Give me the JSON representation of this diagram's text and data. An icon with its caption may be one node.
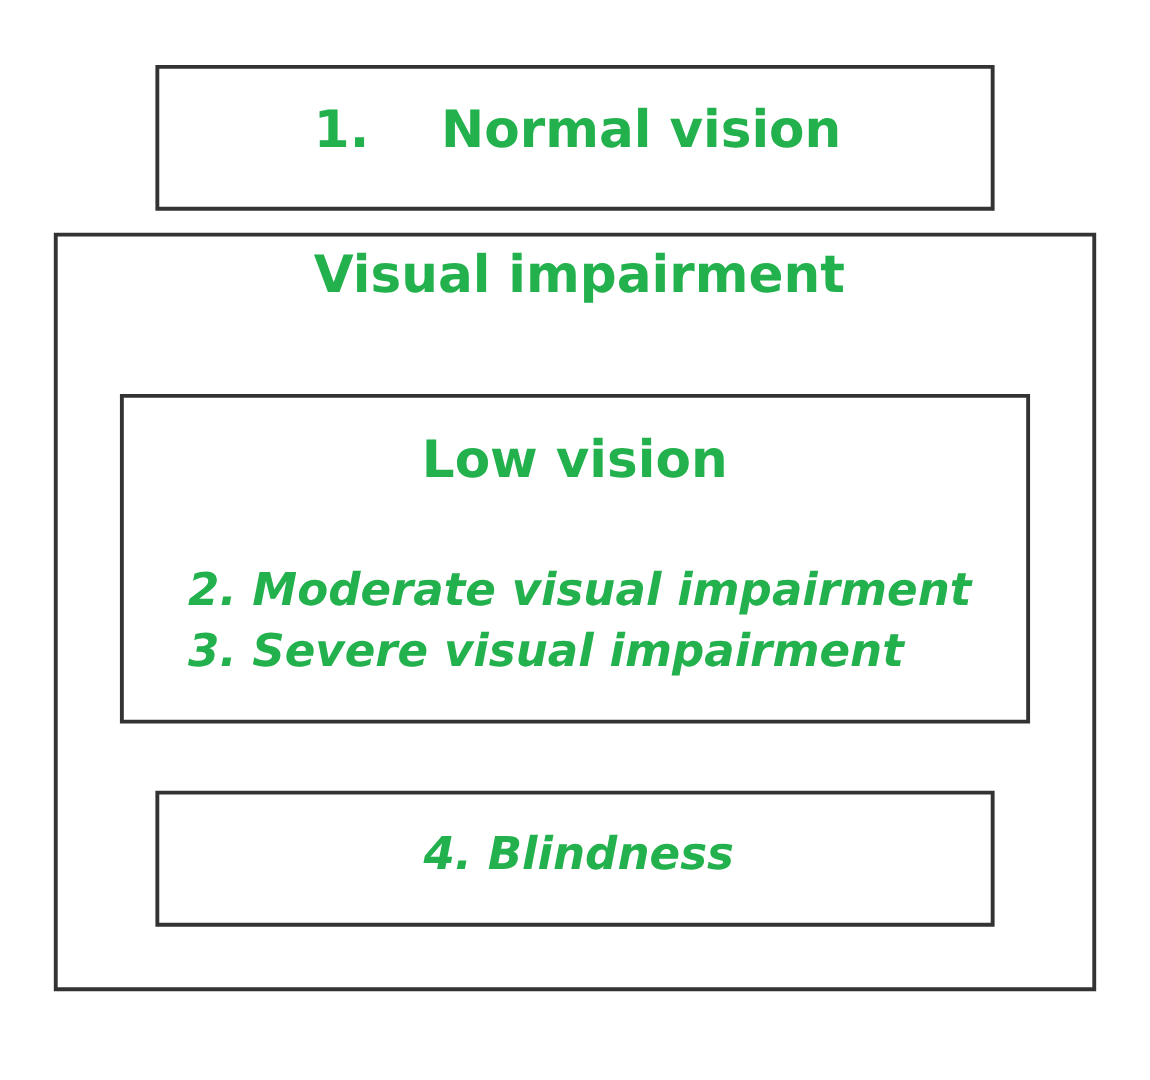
{
  "diagram": {
    "nodes": [
      {
        "text": [
          "1.    Normal vision"
        ]
      },
      {
        "text": [
          "Visual impairment"
        ]
      },
      {
        "text": [
          "Low vision",
          "2. Moderate visual impairment",
          "3. Severe visual impairment"
        ],
        "in": 1
      },
      {
        "text": [
          "4. Blindness"
        ],
        "in": 1
      }
    ]
  }
}
